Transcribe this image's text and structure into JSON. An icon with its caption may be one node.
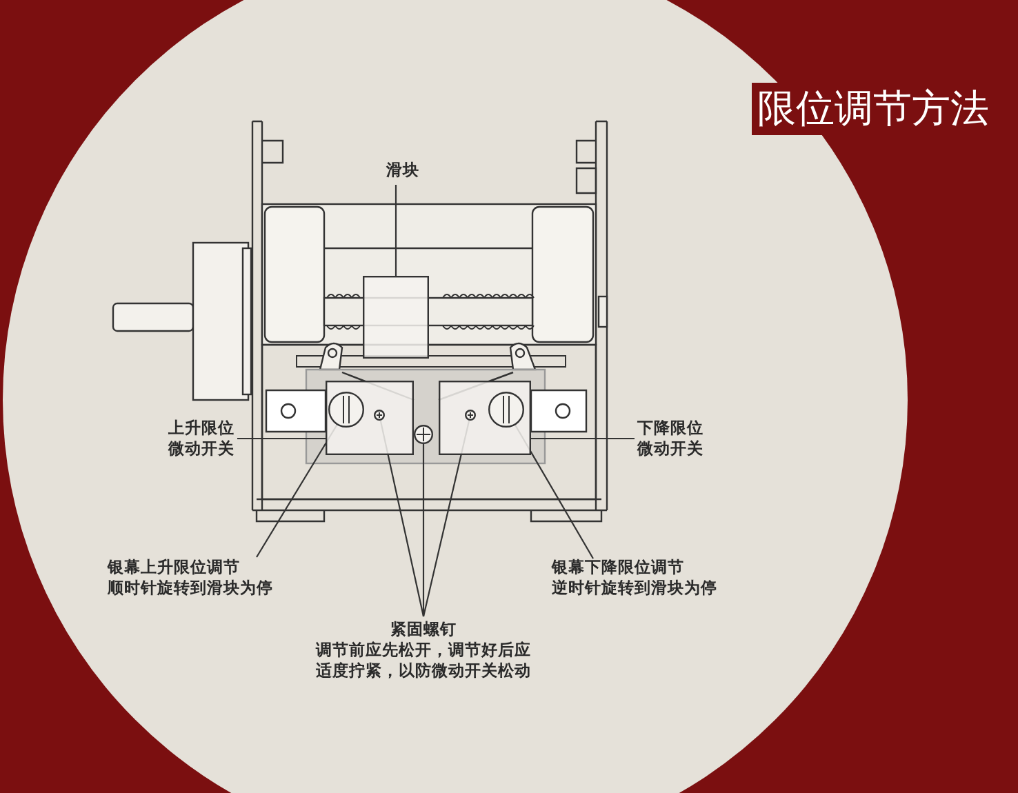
{
  "diagram": {
    "title": "限位调节方法",
    "nodes": [
      {
        "text": [
          "滑块"
        ]
      },
      {
        "text": [],
        "shape": "box"
      },
      {
        "text": [
          "上升限位微动开关"
        ]
      },
      {
        "text": [],
        "shape": "box"
      },
      {
        "text": [
          "下降限位微动开关"
        ]
      },
      {
        "text": [],
        "shape": "box"
      },
      {
        "text": [
          "银幕上升限位调节",
          "顺时针旋转到滑块为停"
        ]
      },
      {
        "text": [],
        "shape": "circle",
        "in": 3
      },
      {
        "text": [
          "银幕下降限位调节",
          "逆时针旋转到滑块为停"
        ]
      },
      {
        "text": [],
        "shape": "circle",
        "in": 5
      },
      {
        "text": [
          "紧固螺钉",
          "调节前应先松开，调节好后应适度拧紧，以防微动开关松动"
        ]
      },
      {
        "text": [],
        "shape": "circle",
        "in": 3
      },
      {
        "text": [],
        "shape": "circle"
      },
      {
        "text": [],
        "shape": "circle",
        "in": 5
      }
    ],
    "edges": [
      {
        "from": 0,
        "to": 1,
        "arrow": "none"
      },
      {
        "from": 2,
        "to": 3,
        "arrow": "none"
      },
      {
        "from": 4,
        "to": 5,
        "arrow": "none"
      },
      {
        "from": 6,
        "to": 7,
        "arrow": "none"
      },
      {
        "from": 8,
        "to": 9,
        "arrow": "none"
      },
      {
        "from": 10,
        "to": 11,
        "arrow": "none"
      },
      {
        "from": 10,
        "to": 12,
        "arrow": "none"
      },
      {
        "from": 10,
        "to": 13,
        "arrow": "none"
      }
    ]
  }
}
